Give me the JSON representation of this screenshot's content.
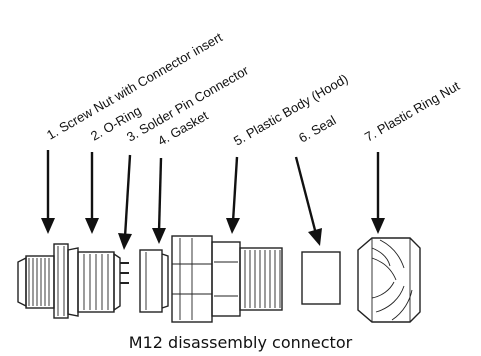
{
  "diagram": {
    "labels": [
      "1. Screw Nut with Connector insert",
      "2. O-Ring",
      "3. Solder Pin Connector",
      "4. Gasket",
      "5. Plastic Body (Hood)",
      "6. Seal",
      "7. Plastic Ring Nut"
    ],
    "caption": "M12 disassembly connector"
  },
  "colors": {
    "line": "#222222",
    "background": "#ffffff"
  }
}
